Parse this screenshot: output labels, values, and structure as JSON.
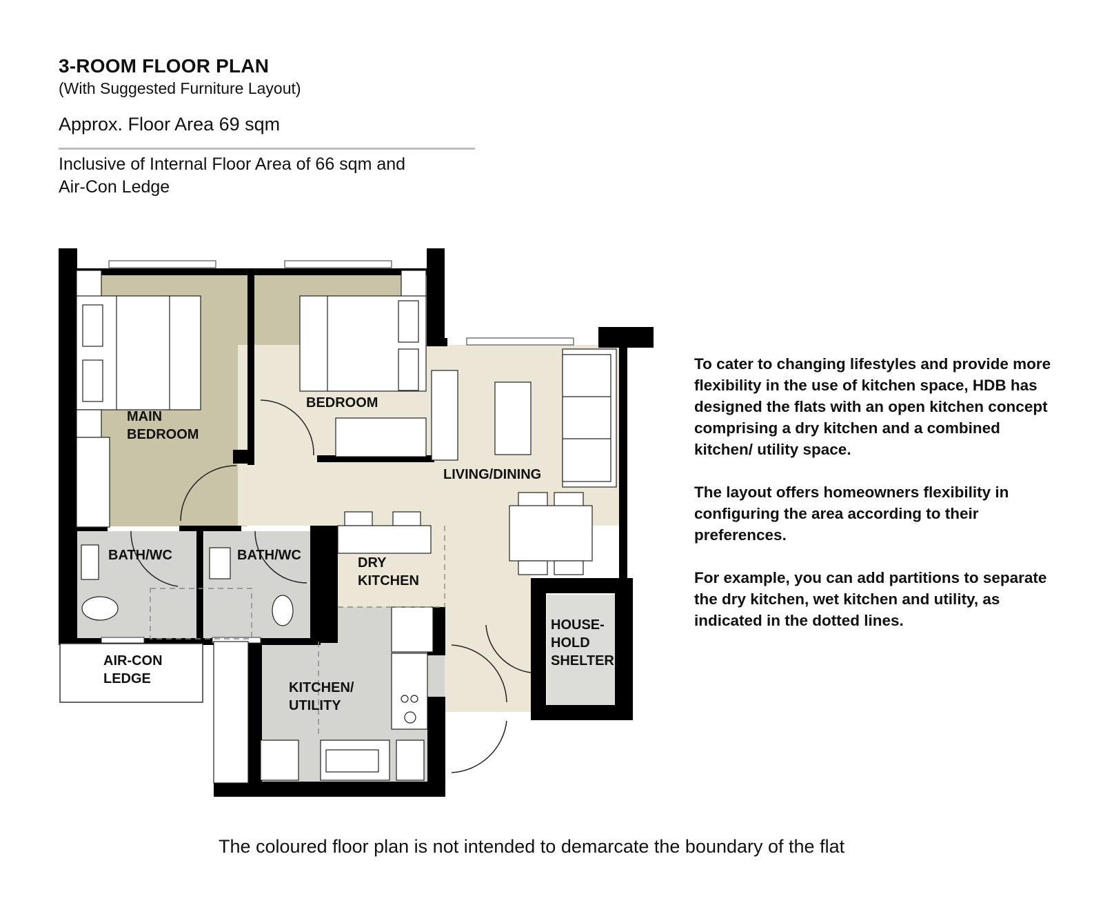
{
  "header": {
    "title": "3-ROOM FLOOR PLAN",
    "subtitle": "(With Suggested Furniture Layout)",
    "floor_area": "Approx. Floor Area 69 sqm",
    "inclusive_note_line1": "Inclusive of Internal Floor Area of 66 sqm and",
    "inclusive_note_line2": "Air-Con Ledge"
  },
  "rooms": {
    "main_bedroom_1": "MAIN",
    "main_bedroom_2": "BEDROOM",
    "bedroom": "BEDROOM",
    "living_dining": "LIVING/DINING",
    "bath_wc_1": "BATH/WC",
    "bath_wc_2": "BATH/WC",
    "dry_kitchen_1": "DRY",
    "dry_kitchen_2": "KITCHEN",
    "aircon_ledge_1": "AIR-CON",
    "aircon_ledge_2": "LEDGE",
    "kitchen_utility_1": "KITCHEN/",
    "kitchen_utility_2": "UTILITY",
    "shelter_1": "HOUSE-",
    "shelter_2": "HOLD",
    "shelter_3": "SHELTER"
  },
  "colors": {
    "bedroom_floor": "#c9c3a8",
    "living_floor": "#ebe6d6",
    "wet_floor": "#d4d4d0",
    "wall": "#000000"
  },
  "notes": {
    "paragraph1": "To cater to changing lifestyles and provide more flexibility in the use of kitchen space, HDB has designed the flats with an open kitchen concept comprising a dry kitchen and a combined kitchen/ utility space.",
    "paragraph2": "The layout offers homeowners flexibility in configuring the area according to their preferences.",
    "paragraph3": "For example, you can add partitions to separate the dry kitchen, wet kitchen and utility, as indicated in the dotted lines."
  },
  "footer": {
    "disclaimer": "The coloured floor plan is not intended to demarcate the boundary of the flat"
  }
}
